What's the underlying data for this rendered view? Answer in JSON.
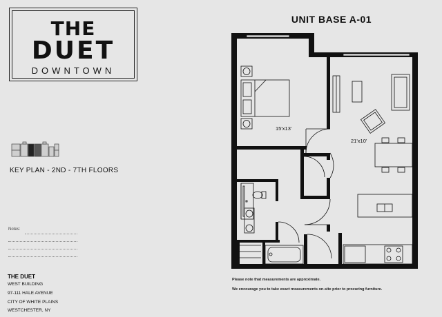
{
  "logo": {
    "line1": "THE",
    "line2": "DUET",
    "line3": "DOWNTOWN"
  },
  "unit_title": "UNIT BASE A-01",
  "key_plan_label": "KEY PLAN - 2ND - 7TH FLOORS",
  "notes_label": "Notes:",
  "footer": {
    "title": "THE DUET",
    "lines": [
      "WEST BUILDING",
      "97-111 HALE AVENUE",
      "CITY OF WHITE PLAINS",
      "WESTCHESTER, NY"
    ]
  },
  "rooms": {
    "bedroom_dim": "15'x13'",
    "living_dim": "21'x10'"
  },
  "disclaimer": {
    "line1": "Please note that measurements are approximate.",
    "line2": "We encourage you to take exact measurements on-site prior to procuring furniture."
  }
}
